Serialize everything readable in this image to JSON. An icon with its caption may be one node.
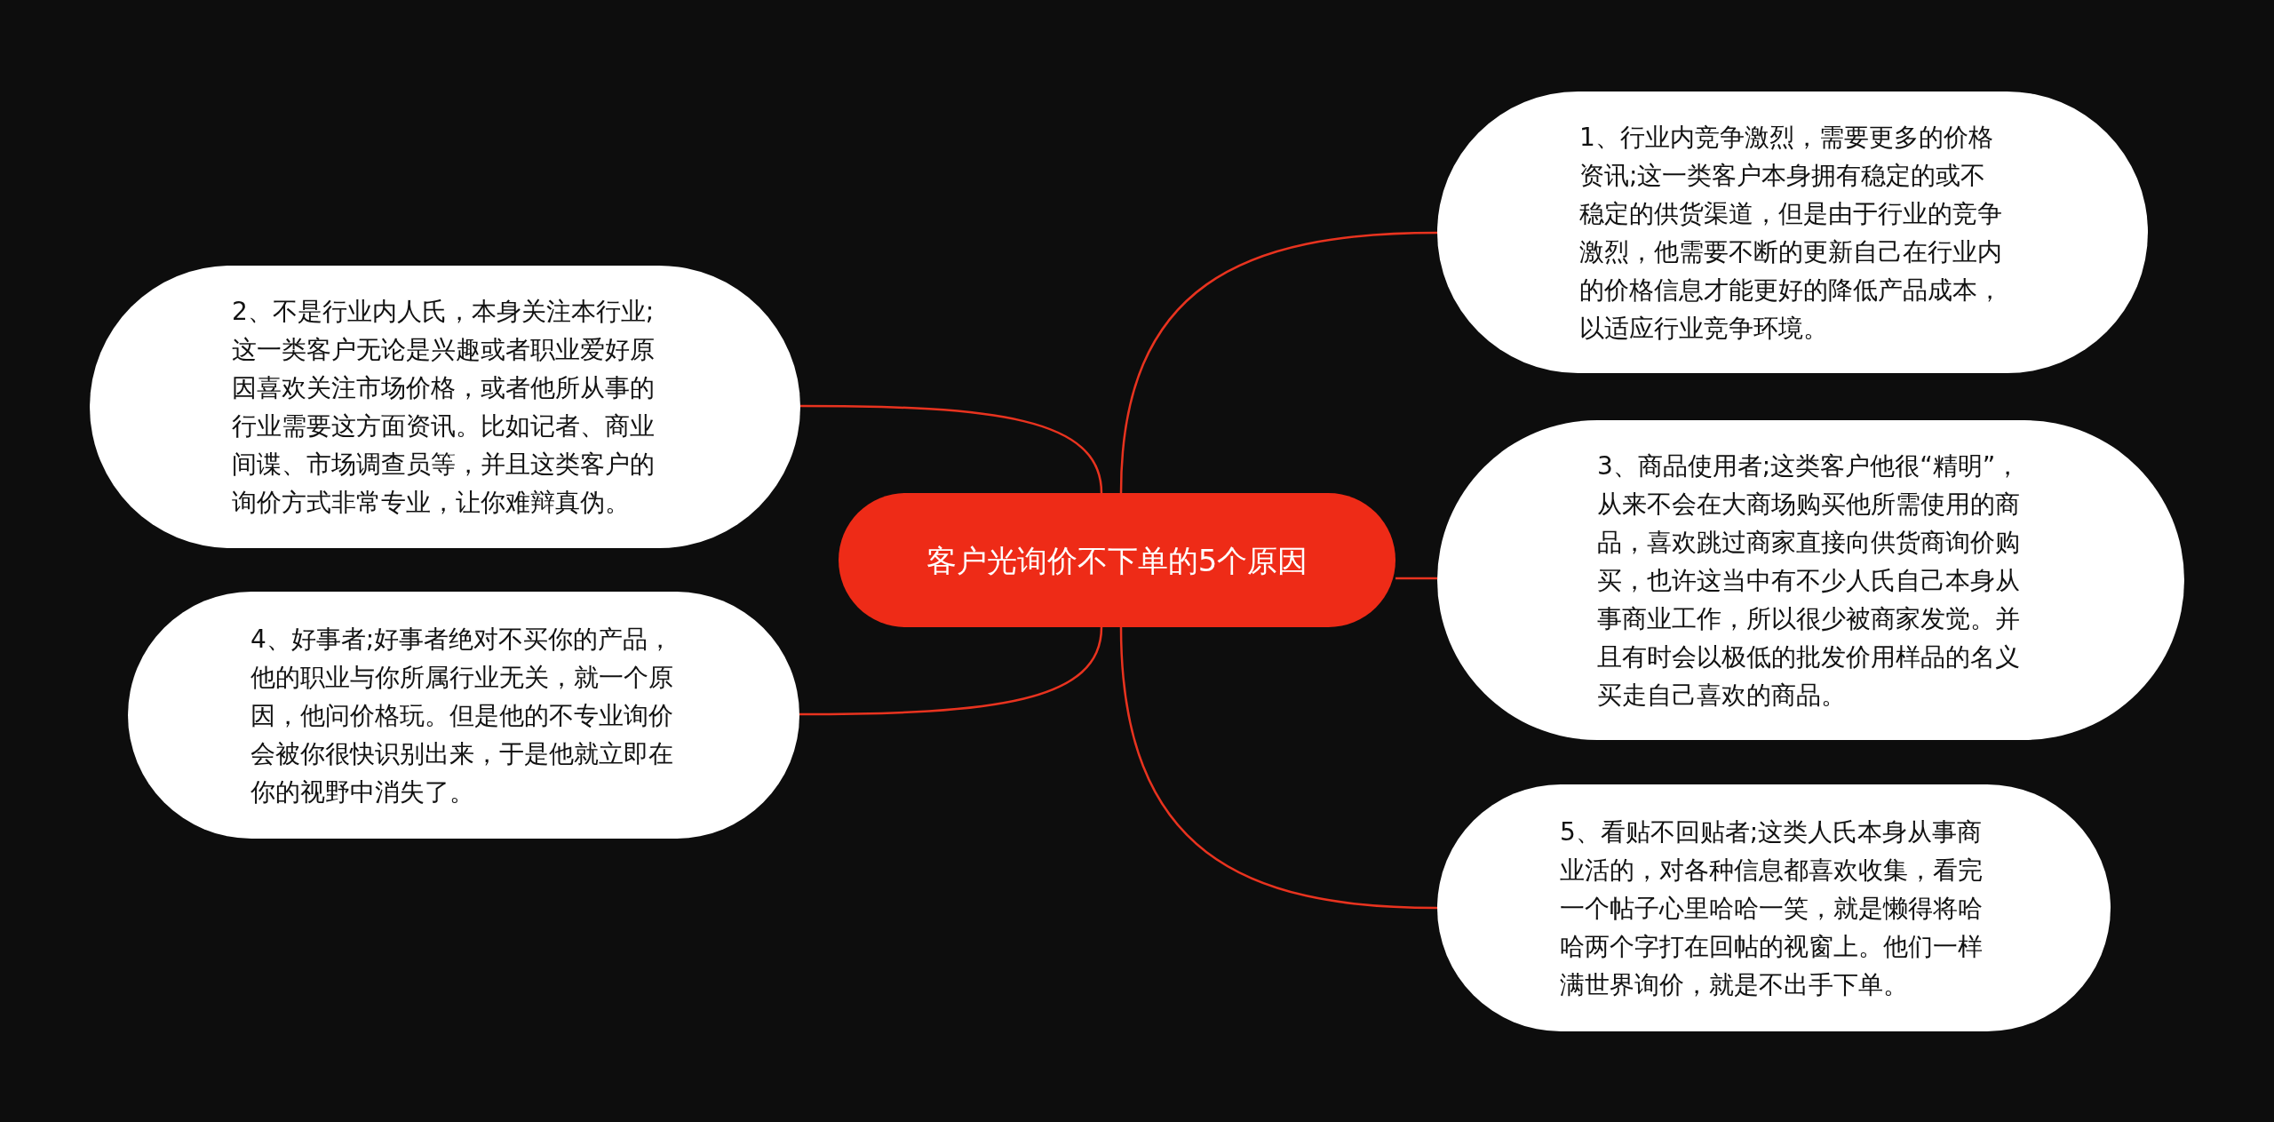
{
  "diagram": {
    "nodes": [
      {
        "text": [
          "客户光询价不下单的5个原因"
        ]
      },
      {
        "text": [
          "1、行业内竞争激烈，需要更多的价格资讯;这一类客户本身拥有稳定的或不稳定的供货渠道，但是由于行业的竞争激烈，他需要不断的更新自己在行业内的价格信息才能更好的降低产品成本，以适应行业竞争环境。"
        ]
      },
      {
        "text": [
          "2、不是行业内人氏，本身关注本行业;这一类客户无论是兴趣或者职业爱好原因喜欢关注市场价格，或者他所从事的行业需要这方面资讯。比如记者、商业间谍、市场调查员等，并且这类客户的询价方式非常专业，让你难辩真伪。"
        ]
      },
      {
        "text": [
          "3、商品使用者;这类客户他很“精明”，从来不会在大商场购买他所需使用的商品，喜欢跳过商家直接向供货商询价购买，也许这当中有不少人氏自己本身从事商业工作，所以很少被商家发觉。并且有时会以极低的批发价用样品的名义买走自己喜欢的商品。"
        ]
      },
      {
        "text": [
          "4、好事者;好事者绝对不买你的产品，他的职业与你所属行业无关，就一个原因，他问价格玩。但是他的不专业询价会被你很快识别出来，于是他就立即在你的视野中消失了。"
        ]
      },
      {
        "text": [
          "5、看贴不回贴者;这类人氏本身从事商业活的，对各种信息都喜欢收集，看完一个帖子心里哈哈一笑，就是懒得将哈哈两个字打在回帖的视窗上。他们一样满世界询价，就是不出手下单。"
        ]
      }
    ],
    "edges": [
      {
        "from": 0,
        "to": 1,
        "arrow": "none"
      },
      {
        "from": 0,
        "to": 2,
        "arrow": "none"
      },
      {
        "from": 0,
        "to": 3,
        "arrow": "none"
      },
      {
        "from": 0,
        "to": 4,
        "arrow": "none"
      },
      {
        "from": 0,
        "to": 5,
        "arrow": "none"
      }
    ]
  }
}
